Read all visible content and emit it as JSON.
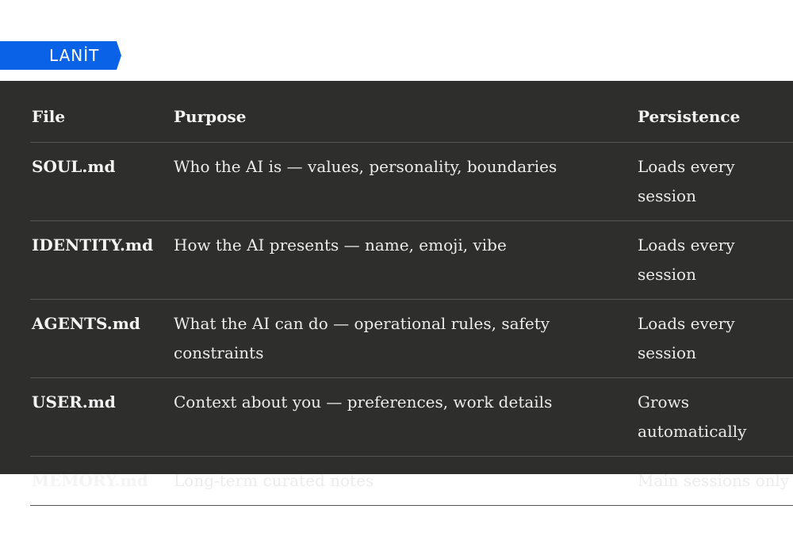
{
  "logo": {
    "text": "LANİT",
    "color": "#0a63e6"
  },
  "table": {
    "headers": {
      "file": "File",
      "purpose": "Purpose",
      "persistence": "Persistence"
    },
    "rows": [
      {
        "file": "SOUL.md",
        "purpose": "Who the AI is — values, personality, boundaries",
        "persistence": "Loads every session"
      },
      {
        "file": "IDENTITY.md",
        "purpose": "How the AI presents — name, emoji, vibe",
        "persistence": "Loads every session"
      },
      {
        "file": "AGENTS.md",
        "purpose": "What the AI can do — operational rules, safety constraints",
        "persistence": "Loads every session"
      },
      {
        "file": "USER.md",
        "purpose": "Context about you — preferences, work details",
        "persistence": "Grows automatically"
      },
      {
        "file": "MEMORY.md",
        "purpose": "Long-term curated notes",
        "persistence": "Main sessions only"
      }
    ]
  },
  "colors": {
    "panel_background": "#2e2e2d",
    "text": "#ececec",
    "divider": "#565655"
  }
}
